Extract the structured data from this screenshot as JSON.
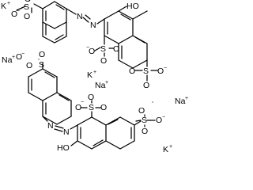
{
  "structure": {
    "atom_labels": {
      "k_plus_top": "K",
      "oh_top": "HO",
      "so3_1_s": "S",
      "so3_1_o_neg": "O",
      "so3_1_o_top": "O",
      "so3_1_o_bot": "O",
      "n_top_1": "N",
      "n_top_2": "N",
      "so3_2_s": "S",
      "so3_2_o_neg": "O",
      "so3_2_o_r": "O",
      "so3_2_o_b": "O",
      "k_plus_mid": "K",
      "so3_3_s": "S",
      "so3_3_o1": "O",
      "so3_3_o2": "O",
      "so3_3_o_neg": "O",
      "na_plus_left": "Na",
      "so3_4_o_top": "O",
      "so3_4_s": "S",
      "so3_4_o_bot": "O",
      "so3_4_o_neg": "O",
      "na_plus_mid": "Na",
      "na_plus_right": "Na",
      "n_bot_1": "N",
      "n_bot_2": "N",
      "so3_5_o_neg": "O",
      "so3_5_s": "S",
      "so3_5_o_top": "O",
      "so3_5_o_bot": "O",
      "so3_6_s": "S",
      "so3_6_o1": "O",
      "so3_6_o2": "O",
      "so3_6_o_neg": "O",
      "oh_bot": "HO",
      "k_plus_bot": "K"
    },
    "charges": {
      "plus": "+",
      "minus": "−"
    }
  }
}
